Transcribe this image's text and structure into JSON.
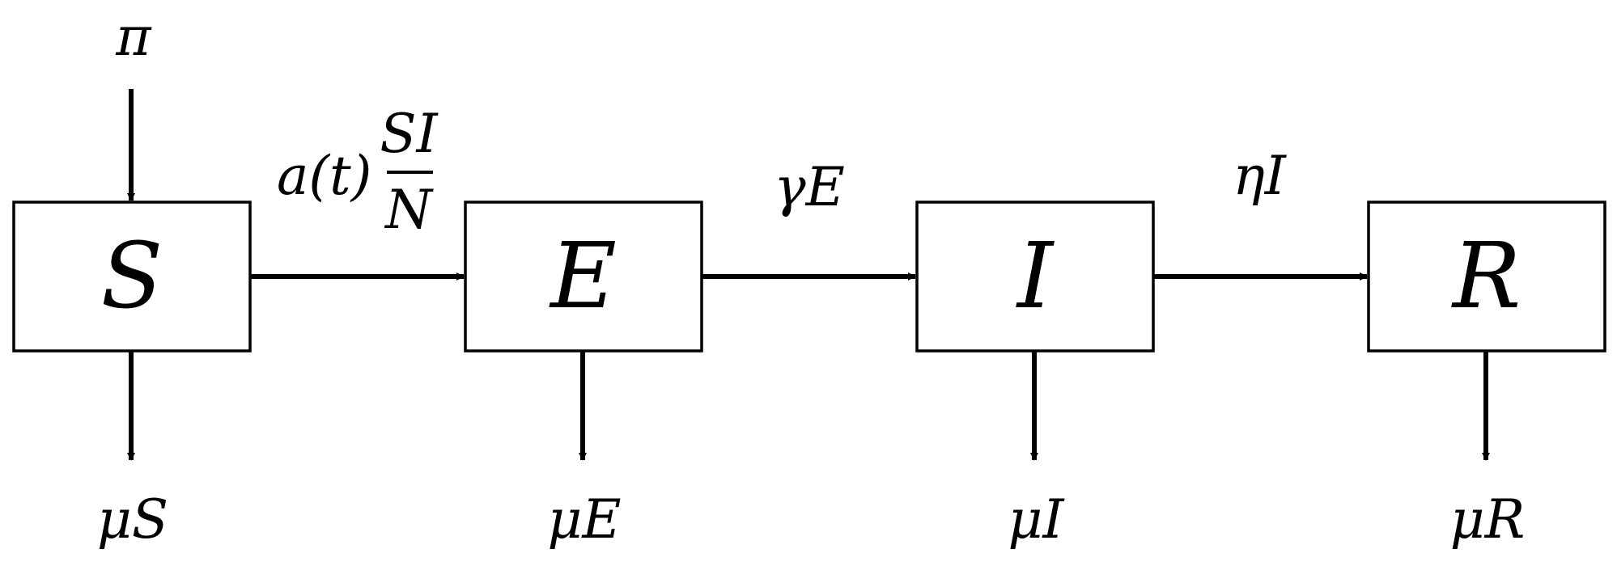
{
  "compartments": [
    {
      "symbol": "S"
    },
    {
      "symbol": "E"
    },
    {
      "symbol": "I"
    },
    {
      "symbol": "R"
    }
  ],
  "inflow": {
    "label": "π"
  },
  "transitions": {
    "s_to_e": {
      "prefix": "a(t)",
      "numerator": "SI",
      "denominator": "N"
    },
    "e_to_i": {
      "label": "γE"
    },
    "i_to_r": {
      "label": "ηI"
    }
  },
  "outflows": [
    {
      "label": "μS"
    },
    {
      "label": "μE"
    },
    {
      "label": "μI"
    },
    {
      "label": "μR"
    }
  ]
}
